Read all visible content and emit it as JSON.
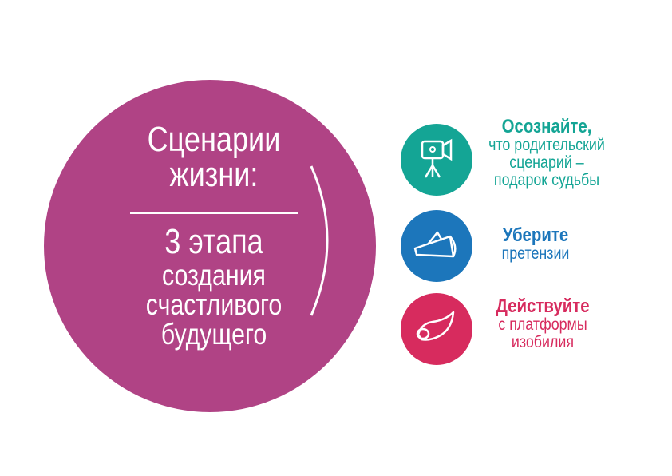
{
  "center": {
    "title_lines": [
      "Сценарии",
      "жизни:"
    ],
    "subtitle_lines": [
      "3 этапа",
      "создания",
      "счастливого",
      "будущего"
    ]
  },
  "steps": [
    {
      "heading": "Осознайте,",
      "body_lines": [
        "что родительский",
        "сценарий –",
        "подарок судьбы"
      ],
      "color": "#14a595",
      "icon": "video-camera-icon"
    },
    {
      "heading": "Уберите",
      "body_lines": [
        "претензии"
      ],
      "color": "#1c76bb",
      "icon": "megaphone-icon"
    },
    {
      "heading": "Действуйте",
      "body_lines": [
        "с платформы",
        "изобилия"
      ],
      "color": "#d72b5e",
      "icon": "cornucopia-icon"
    }
  ],
  "colors": {
    "main_circle": "#b04385",
    "arrow": "#b04385"
  }
}
